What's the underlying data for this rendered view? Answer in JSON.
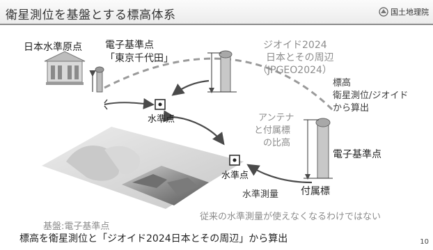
{
  "header": {
    "title": "衛星測位を基盤とする標高体系",
    "logo_text": "国土地理院"
  },
  "labels": {
    "origin_title": "日本水準原点",
    "gnss_title_line1": "電子基準点",
    "gnss_title_line2": "「東京千代田」",
    "geoid_line1": "ジオイド2024",
    "geoid_line2": "日本とその周辺",
    "geoid_line3": "（JPGEO2024）",
    "benchmark_a": "水準点",
    "benchmark_b": "水準点",
    "elev_line1": "標高",
    "elev_line2": "衛星測位/ジオイド",
    "elev_line3": "から算出",
    "antenna_line1": "アンテナ",
    "antenna_line2": "と付属標",
    "antenna_line3": "の比高",
    "gnss_station": "電子基準点",
    "leveling": "水準測量",
    "attached_mark": "付属標",
    "note": "従来の水準測量が使えなくなるわけではない",
    "foundation": "基盤:電子基準点",
    "bottom_line": "標高を衛星測位と「ジオイド2024日本とその周辺」から算出"
  },
  "page_number": "10",
  "colors": {
    "accent_gray": "#8c8c8c",
    "arrow_dark": "#4a4a4a",
    "title_border": "#8a8a8a"
  }
}
